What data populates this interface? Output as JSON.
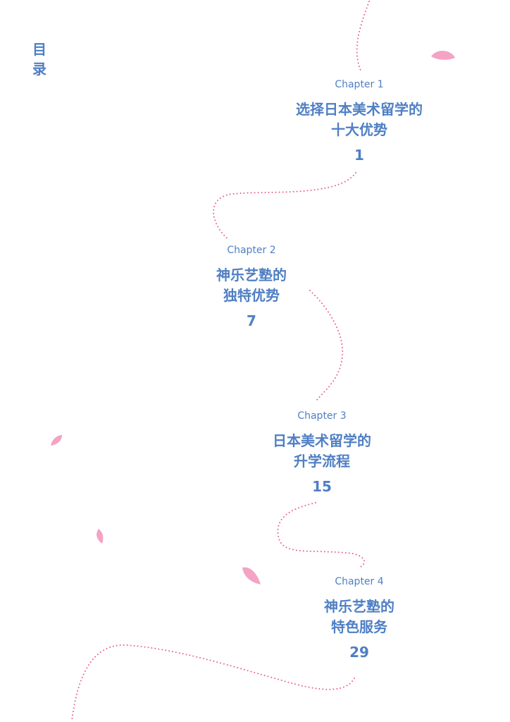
{
  "toc_title": "目录",
  "chapters": [
    {
      "label": "Chapter 1",
      "title_line1": "选择日本美术留学的",
      "title_line2": "十大优势",
      "page": "1"
    },
    {
      "label": "Chapter 2",
      "title_line1": "神乐艺塾的",
      "title_line2": "独特优势",
      "page": "7"
    },
    {
      "label": "Chapter 3",
      "title_line1": "日本美术留学的",
      "title_line2": "升学流程",
      "page": "15"
    },
    {
      "label": "Chapter 4",
      "title_line1": "神乐艺塾的",
      "title_line2": "特色服务",
      "page": "29"
    }
  ],
  "colors": {
    "text": "#4f7fc4",
    "dots": "#e8607e",
    "petal": "#f4a3c4"
  }
}
